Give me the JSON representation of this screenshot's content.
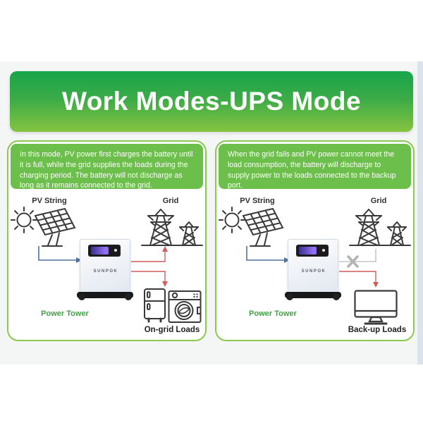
{
  "title": "Work Modes-UPS Mode",
  "colors": {
    "header_gradient_top": "#17a54b",
    "header_gradient_bottom": "#85c341",
    "description_box_green": "#6cbf4b",
    "panel_border_green": "#8bc84f",
    "band_background": "#f4f5f5",
    "pv_wire_blue": "#4f73a3",
    "power_wire_red": "#cf5f5c",
    "failed_wire_gray": "#c6c6c6",
    "power_tower_label_green": "#43a047",
    "icon_stroke": "#3a3a3a"
  },
  "icons": {
    "sun-icon": "circle with rays",
    "solar-panel-icon": "tilted PV module grid",
    "grid-tower-icon": "two lattice transmission pylons",
    "battery-tower-icon": "white energy storage tower with display",
    "fridge-icon": "refrigerator outline",
    "washer-icon": "washing machine outline",
    "monitor-icon": "desktop monitor outline",
    "x-mark-icon": "gray cross on failed grid line",
    "arrow-right-icon": "blue arrowhead",
    "arrow-up-icon": "red arrowhead",
    "arrow-down-icon": "red arrowhead"
  },
  "panels": [
    {
      "name": "grid-connected",
      "description": "In this mode, PV power first charges the battery until it is full, while the grid supplies the loads during the charging period. The battery will not discharge as long as it remains connected to the grid.",
      "pv_label": "PV String",
      "grid_label": "Grid",
      "device_label": "Power Tower",
      "device_brand": "SUNPOK",
      "loads_label": "On-grid Loads"
    },
    {
      "name": "grid-failed",
      "description": "When the grid fails and PV power cannot meet the load consumption, the battery will discharge to supply power to the loads connected to the backup port.",
      "pv_label": "PV String",
      "grid_label": "Grid",
      "device_label": "Power Tower",
      "device_brand": "SUNPOK",
      "loads_label": "Back-up Loads"
    }
  ]
}
